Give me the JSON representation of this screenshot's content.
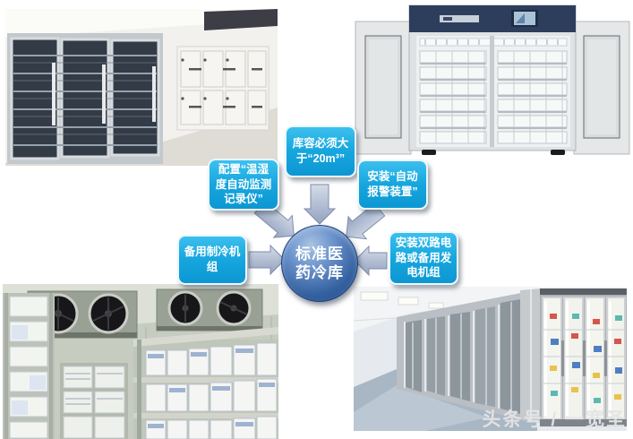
{
  "diagram": {
    "center": {
      "label": "标准医药冷库",
      "line1": "标准医",
      "line2": "药冷库"
    },
    "nodes": [
      {
        "id": "monitor-recorder",
        "label": "配置“温湿度自动监测记录仪”"
      },
      {
        "id": "capacity",
        "label": "库容必须大于“20m³”"
      },
      {
        "id": "auto-alarm",
        "label": "安装“自动报警装置”"
      },
      {
        "id": "backup-cooling",
        "label": "备用制冷机组"
      },
      {
        "id": "backup-power",
        "label": "安装双路电路或备用发电机组"
      }
    ],
    "colors": {
      "node_fill": "#16a6de",
      "node_border": "#eaf8fe",
      "node_text": "#ffffff",
      "center_fill": "#2b5ca9",
      "center_text": "#ffffff",
      "arrow_fill": "#aebad2"
    }
  },
  "photos": [
    {
      "id": "cold-storage-exterior",
      "description": "white medical cold room with glass freezer doors and panel lockers"
    },
    {
      "id": "medical-refrigerator",
      "description": "double-door pharmacy refrigerator open, rows of white baskets, navy control header"
    },
    {
      "id": "cold-room-interior",
      "description": "cold room interior with ceiling evaporator fans and shelves of medicine boxes"
    },
    {
      "id": "glass-door-corridor",
      "description": "corridor of lit glass-door medical display refrigerators"
    }
  ],
  "watermark": {
    "text": "头条号 / 一宽圣"
  }
}
